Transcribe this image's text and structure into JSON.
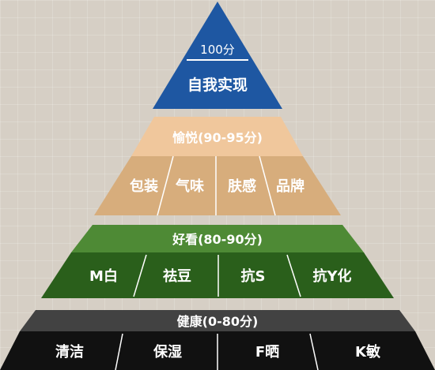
{
  "pyramid": {
    "colors": {
      "top_fill": "#1e57a2",
      "peach_band": "#f0c79c",
      "tan_row": "#d7ad7c",
      "green_band": "#4e8a35",
      "green_row": "#2a5f1b",
      "gray_band": "#424242",
      "black_row": "#111111",
      "divider": "#ffffff",
      "text": "#ffffff"
    },
    "top": {
      "score": "100分",
      "label": "自我实现"
    },
    "tier2": {
      "label": "愉悦(90-95分)",
      "items": [
        "包装",
        "气味",
        "肤感",
        "品牌"
      ]
    },
    "tier3": {
      "label": "好看(80-90分)",
      "items": [
        "M白",
        "祛豆",
        "抗S",
        "抗Y化"
      ]
    },
    "tier4": {
      "label": "健康(0-80分)",
      "items": [
        "清洁",
        "保湿",
        "F晒",
        "K敏"
      ]
    }
  }
}
